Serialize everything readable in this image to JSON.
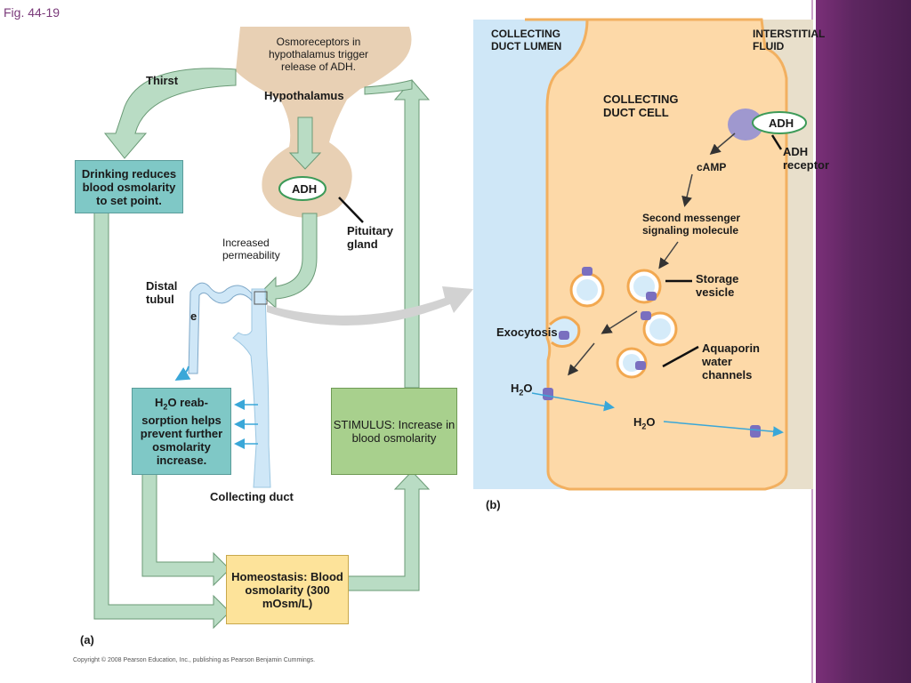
{
  "figure_label": "Fig. 44-19",
  "panel_a": {
    "hypothalamus_note": "Osmoreceptors in hypothalamus trigger release of ADH.",
    "hypothalamus_label": "Hypothalamus",
    "thirst_label": "Thirst",
    "drinking_box": "Drinking reduces blood osmolarity to set point.",
    "adh_label": "ADH",
    "pituitary_label": "Pituitary gland",
    "increased_permeability_label": "Increased permeability",
    "distal_tubule_label_1": "Distal tubul",
    "distal_tubule_label_2": "e",
    "reabsorption_box": {
      "line1_prefix": "H",
      "line1_sub": "2",
      "line1_rest": "O reab-",
      "rest": "sorption helps prevent further osmolarity increase."
    },
    "stimulus_box": "STIMULUS: Increase in blood osmolarity",
    "collecting_duct_label": "Collecting duct",
    "homeostasis_box": "Homeostasis: Blood osmolarity (300 mOsm/L)",
    "panel_tag": "(a)"
  },
  "panel_b": {
    "lumen_label": "COLLECTING DUCT LUMEN",
    "interstitial_label": "INTERSTITIAL FLUID",
    "cell_label": "COLLECTING DUCT CELL",
    "adh_label": "ADH",
    "receptor_label": "ADH receptor",
    "camp_label": "cAMP",
    "second_messenger_label": "Second messenger signaling molecule",
    "storage_vesicle_label": "Storage vesicle",
    "exocytosis_label": "Exocytosis",
    "aquaporin_label": "Aquaporin water channels",
    "water_label_1": {
      "prefix": "H",
      "sub": "2",
      "rest": "O"
    },
    "water_label_2": {
      "prefix": "H",
      "sub": "2",
      "rest": "O"
    },
    "panel_tag": "(b)"
  },
  "copyright": "Copyright © 2008 Pearson Education, Inc., publishing as Pearson Benjamin Cummings.",
  "colors": {
    "arrow_green": "#b9dcc4",
    "arrow_green_stroke": "#6a9a76",
    "lumen_blue": "#cfe7f7",
    "cell_orange": "#fdd9a8",
    "cell_border": "#f2b060",
    "teal_box": "#7fc8c6",
    "green_box": "#a8d08d",
    "yellow_box": "#fde39a",
    "hypothalamus_tan": "#e8d0b4",
    "slide_purple": "#5d2660"
  }
}
